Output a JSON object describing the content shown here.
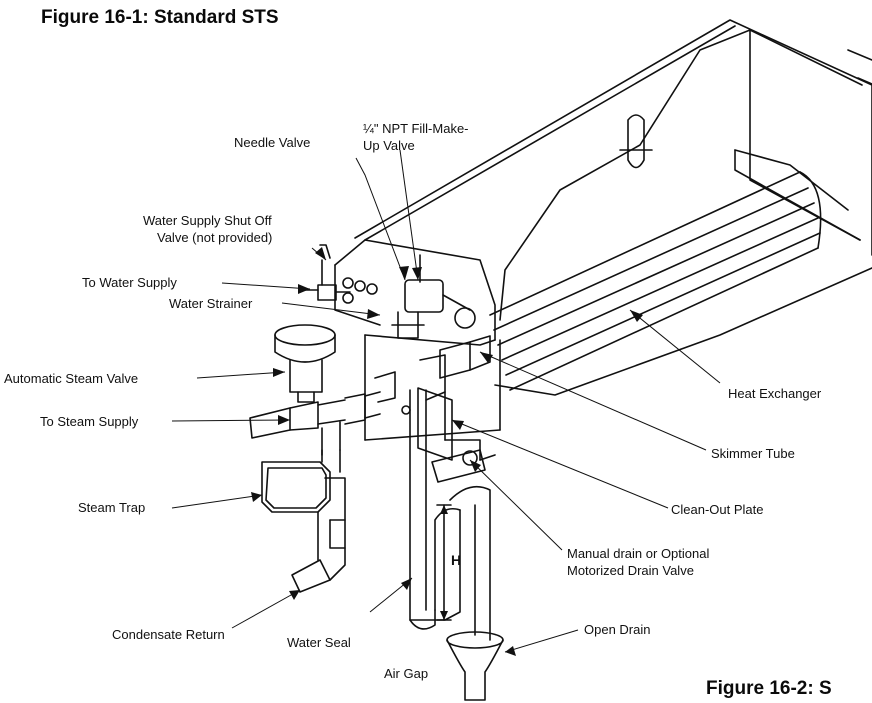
{
  "titles": {
    "fig1": "Figure 16-1:  Standard STS",
    "fig2": "Figure 16-2:  S"
  },
  "labels": {
    "needle_valve": "Needle Valve",
    "fill_valve_l1": "¼\" NPT Fill-Make-",
    "fill_valve_l2": "Up Valve",
    "shutoff_l1": "Water Supply Shut Off",
    "shutoff_l2": "Valve (not provided)",
    "to_water_supply": "To Water Supply",
    "water_strainer": "Water Strainer",
    "auto_steam_valve": "Automatic Steam Valve",
    "to_steam_supply": "To Steam Supply",
    "steam_trap": "Steam Trap",
    "condensate_return": "Condensate Return",
    "water_seal": "Water Seal",
    "air_gap": "Air Gap",
    "open_drain": "Open Drain",
    "heat_exchanger": "Heat Exchanger",
    "skimmer_tube": "Skimmer Tube",
    "clean_out_plate": "Clean-Out Plate",
    "manual_drain_l1": "Manual drain or Optional",
    "manual_drain_l2": "Motorized Drain Valve",
    "height_mark": "H"
  }
}
